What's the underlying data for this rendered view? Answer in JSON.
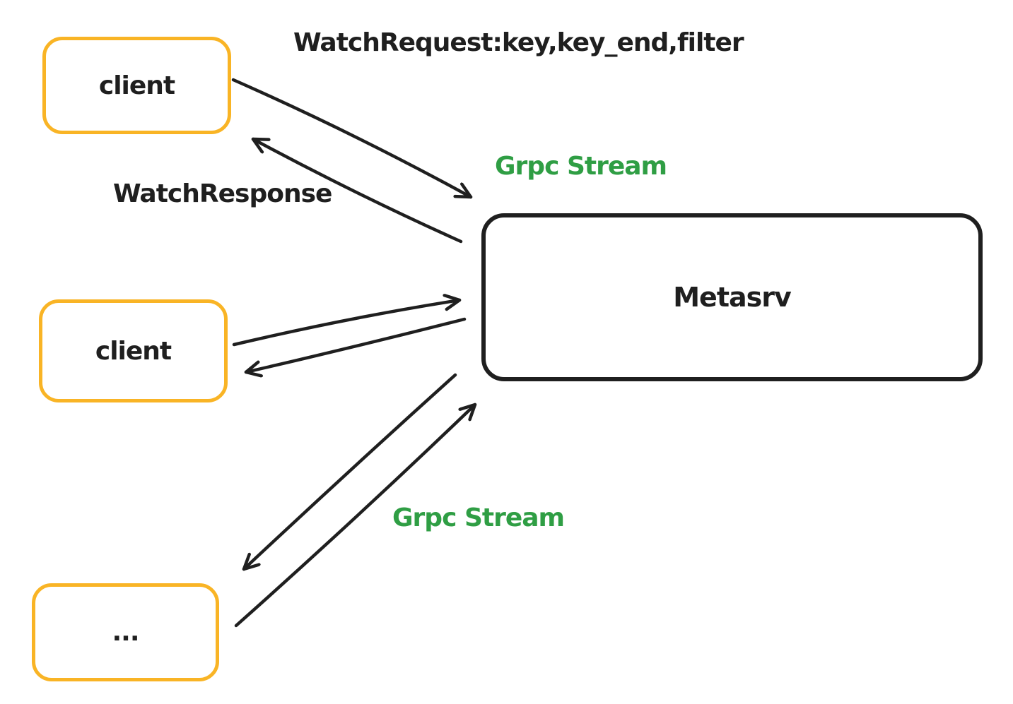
{
  "nodes": {
    "client_top": {
      "label": "client"
    },
    "client_middle": {
      "label": "client"
    },
    "client_more": {
      "label": "..."
    },
    "metasrv": {
      "label": "Metasrv"
    }
  },
  "labels": {
    "watch_request": "WatchRequest:key,key_end,filter",
    "watch_response": "WatchResponse",
    "grpc_stream_top": "Grpc Stream",
    "grpc_stream_bottom": "Grpc Stream"
  },
  "edges": [
    {
      "from": "client_top",
      "to": "metasrv",
      "label": "WatchRequest:key,key_end,filter"
    },
    {
      "from": "metasrv",
      "to": "client_top",
      "label": "WatchResponse"
    },
    {
      "from": "client_middle",
      "to": "metasrv",
      "label": ""
    },
    {
      "from": "metasrv",
      "to": "client_middle",
      "label": ""
    },
    {
      "from": "client_more",
      "to": "metasrv",
      "label": "Grpc Stream"
    },
    {
      "from": "metasrv",
      "to": "client_more",
      "label": "Grpc Stream"
    }
  ],
  "colors": {
    "ink": "#1f1f1f",
    "client_border": "#f9b425",
    "stream_green": "#2f9e44",
    "background": "#ffffff"
  }
}
